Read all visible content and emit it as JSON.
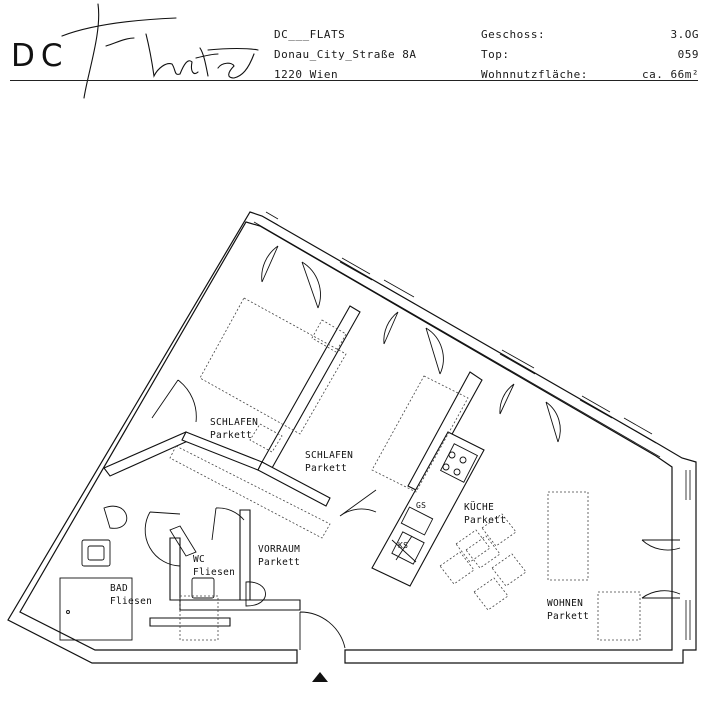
{
  "brand": {
    "logo_text": "DC"
  },
  "address": {
    "line1": "DC___FLATS",
    "line2": "Donau_City_Straße 8A",
    "line3": "1220 Wien"
  },
  "facts": [
    {
      "label": "Geschoss:",
      "value": "3.OG"
    },
    {
      "label": "Top:",
      "value": "059"
    },
    {
      "label": "Wohnnutzfläche:",
      "value": "ca. 66m²"
    }
  ],
  "rooms": {
    "schlafen1": {
      "name": "SCHLAFEN",
      "floor": "Parkett"
    },
    "schlafen2": {
      "name": "SCHLAFEN",
      "floor": "Parkett"
    },
    "kueche": {
      "name": "KÜCHE",
      "floor": "Parkett"
    },
    "wohnen": {
      "name": "WOHNEN",
      "floor": "Parkett"
    },
    "vorraum": {
      "name": "VORRAUM",
      "floor": "Parkett"
    },
    "wc": {
      "name": "WC",
      "floor": "Fliesen"
    },
    "bad": {
      "name": "BAD",
      "floor": "Fliesen"
    }
  },
  "fixtures": {
    "gs": "GS",
    "ks": "KS"
  },
  "colors": {
    "wall": "#111111",
    "wall_fill": "#ffffff",
    "line": "#222222"
  }
}
